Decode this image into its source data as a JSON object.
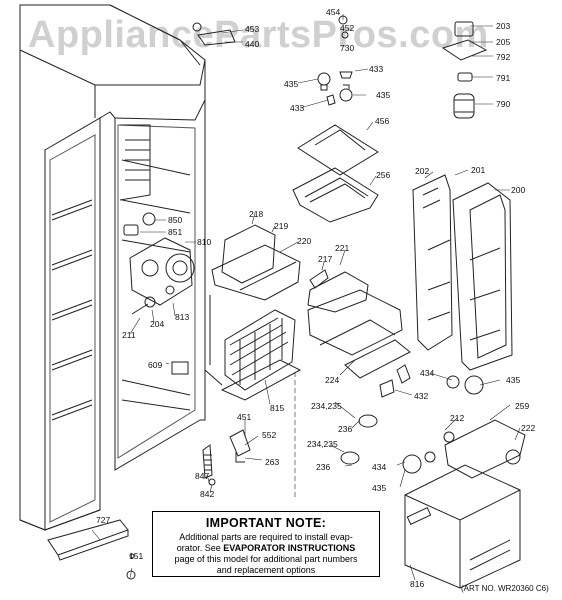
{
  "watermark": "AppliancePartsPros.com",
  "note": {
    "title": "IMPORTANT NOTE:",
    "line1": "Additional parts are required to install evap-",
    "line2_a": "orator.  See ",
    "line2_b": "EVAPORATOR INSTRUCTIONS",
    "line3": "page of this model for additional part numbers",
    "line4": "and replacement options"
  },
  "art_number": "(ART NO. WR20360 C6)",
  "callouts": {
    "454": "454",
    "452": "452",
    "440": "440",
    "453": "453",
    "730": "730",
    "203": "203",
    "205": "205",
    "792": "792",
    "791": "791",
    "790": "790",
    "435": "435",
    "433": "433",
    "456": "456",
    "256": "256",
    "202": "202",
    "201": "201",
    "200": "200",
    "850": "850",
    "851": "851",
    "810": "810",
    "218": "218",
    "219": "219",
    "220": "220",
    "221": "221",
    "217": "217",
    "204": "204",
    "211": "211",
    "813": "813",
    "609": "609",
    "815": "815",
    "224": "224",
    "432": "432",
    "434": "434",
    "234_235": "234,235",
    "236": "236",
    "212": "212",
    "259": "259",
    "222": "222",
    "451": "451",
    "552": "552",
    "263": "263",
    "847": "847",
    "842": "842",
    "727": "727",
    "151": "151",
    "816": "816"
  }
}
